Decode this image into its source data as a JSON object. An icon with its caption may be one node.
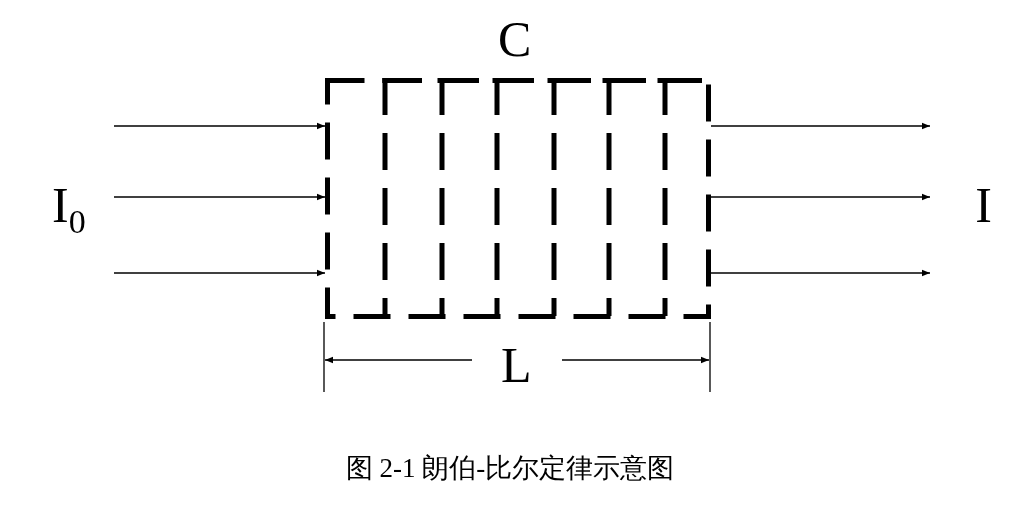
{
  "diagram": {
    "caption": "图 2-1 朗伯-比尔定律示意图",
    "nodes": [
      {
        "text": [],
        "shape": "box",
        "beside": [
          "C"
        ]
      },
      {
        "text": [
          "I$_{0}$"
        ]
      },
      {
        "text": [
          "I"
        ]
      }
    ],
    "edges": [
      {
        "from": 1,
        "to": 0,
        "arrow": "to"
      },
      {
        "from": 1,
        "to": 0,
        "arrow": "to"
      },
      {
        "from": 1,
        "to": 0,
        "arrow": "to"
      },
      {
        "from": 0,
        "to": 2,
        "arrow": "to"
      },
      {
        "from": 0,
        "to": 2,
        "arrow": "to"
      },
      {
        "from": 0,
        "to": 2,
        "arrow": "to"
      }
    ],
    "labels": [
      "L"
    ]
  }
}
